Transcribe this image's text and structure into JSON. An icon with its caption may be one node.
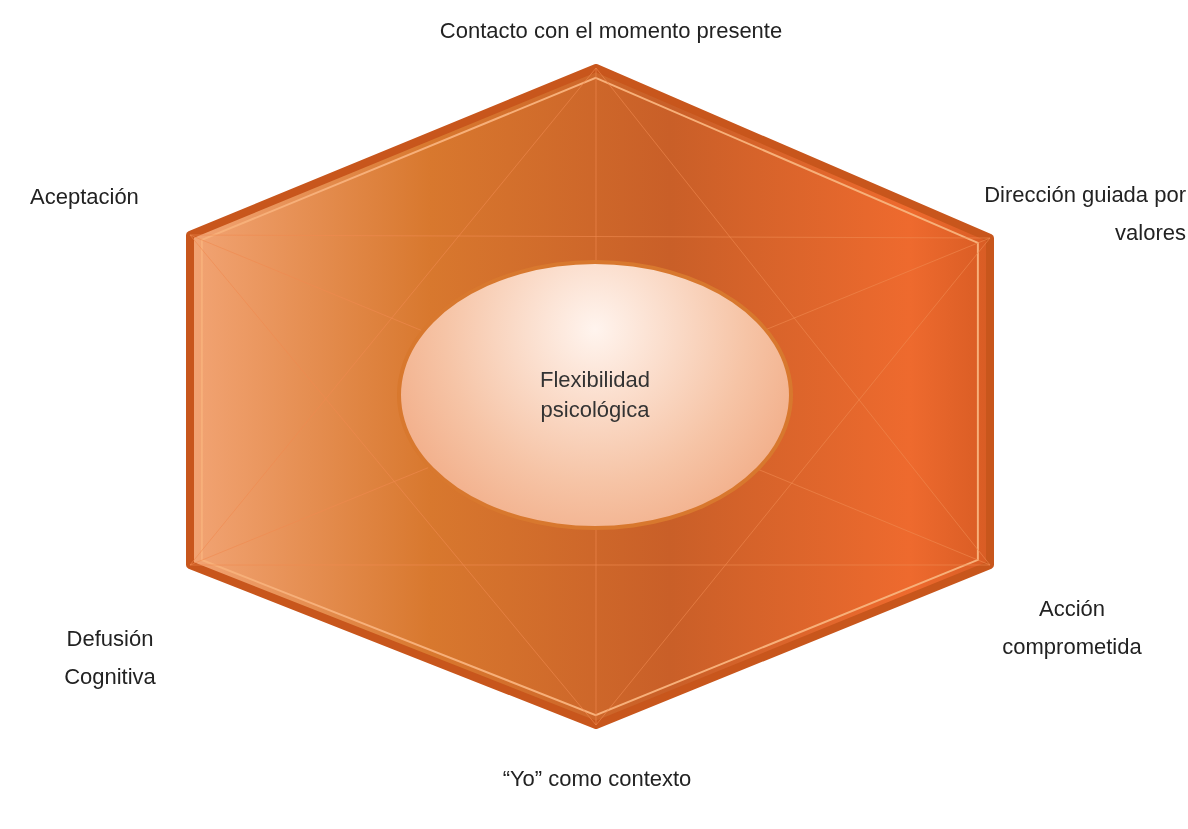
{
  "diagram": {
    "nodes": [
      {
        "text": [],
        "shape": "hexagon"
      },
      {
        "text": [
          "Flexibilidad psicológica"
        ],
        "in": 0
      }
    ],
    "labels": [
      "Contacto con el momento presente",
      "Aceptación",
      "Dirección guiada por valores",
      "Acción comprometida",
      "Defusión Cognitiva",
      "“Yo” como contexto"
    ]
  }
}
